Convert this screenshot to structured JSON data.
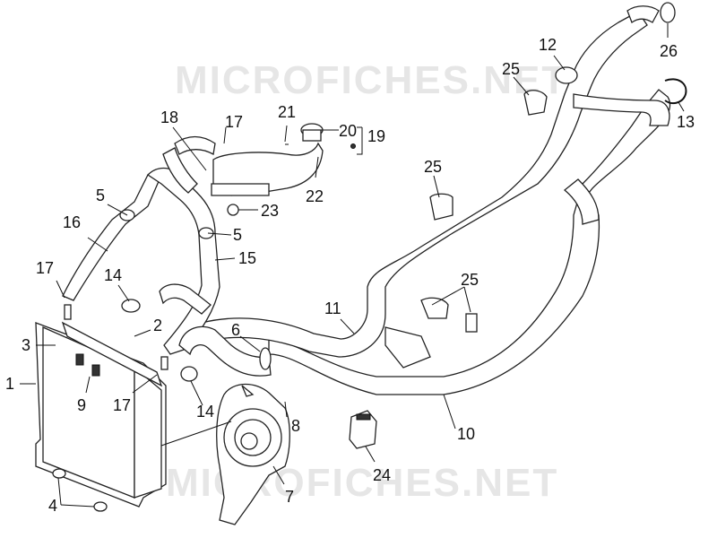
{
  "watermarks": [
    "MICROFICHES.NET",
    "MICROFICHES.NET"
  ],
  "labels": {
    "l1": "1",
    "l2": "2",
    "l3": "3",
    "l4": "4",
    "l5a": "5",
    "l5b": "5",
    "l6": "6",
    "l7": "7",
    "l8": "8",
    "l9": "9",
    "l10": "10",
    "l11": "11",
    "l12": "12",
    "l13": "13",
    "l14a": "14",
    "l14b": "14",
    "l15": "15",
    "l16": "16",
    "l17a": "17",
    "l17b": "17",
    "l17c": "17",
    "l18": "18",
    "l19": "19",
    "l20": "20",
    "l21": "21",
    "l22": "22",
    "l23": "23",
    "l24": "24",
    "l25a": "25",
    "l25b": "25",
    "l25c": "25",
    "l26": "26"
  }
}
